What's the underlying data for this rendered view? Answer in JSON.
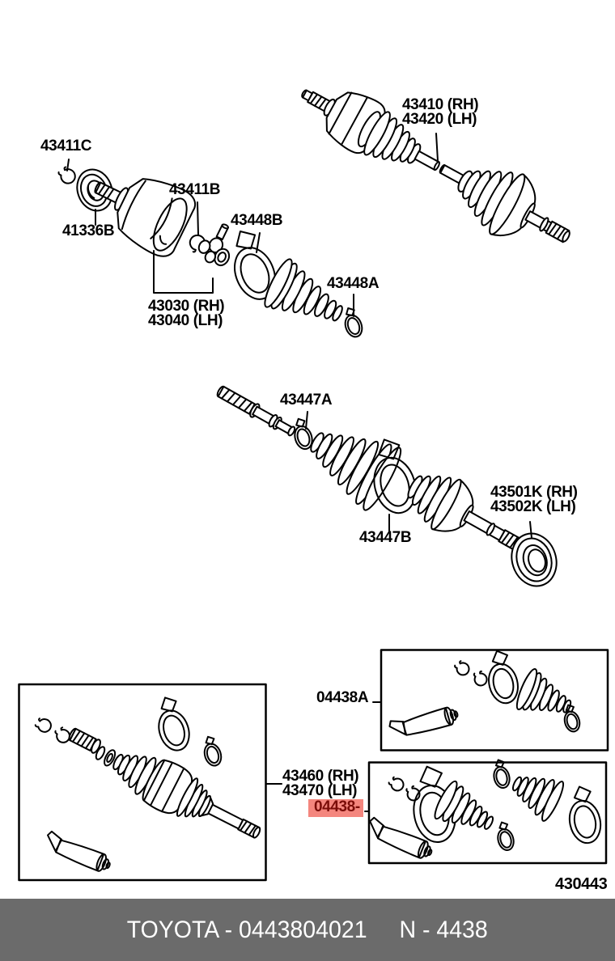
{
  "page": {
    "background": "#ffffff",
    "line_color": "#000000"
  },
  "diagram": {
    "figure_number": "430443",
    "callouts": {
      "c43411C": "43411C",
      "c41336B": "41336B",
      "c43411B": "43411B",
      "c43448B": "43448B",
      "c43030_rh": "43030 (RH)",
      "c43040_lh": "43040 (LH)",
      "c43448A": "43448A",
      "c43410_rh": "43410 (RH)",
      "c43420_lh": "43420 (LH)",
      "c43447A": "43447A",
      "c43447B": "43447B",
      "c43501K_rh": "43501K (RH)",
      "c43502K_lh": "43502K (LH)",
      "c04438A": "04438A",
      "c43460_rh": "43460 (RH)",
      "c43470_lh": "43470 (LH)",
      "c04438_highlighted": "04438-"
    },
    "highlight": {
      "background": "#f4867e",
      "color": "#7a0c08"
    }
  },
  "footer": {
    "background": "#6b6b6b",
    "color": "#ffffff",
    "catalog_code": "TOYOTA - 0443804021",
    "figure_code": "N - 4438"
  }
}
